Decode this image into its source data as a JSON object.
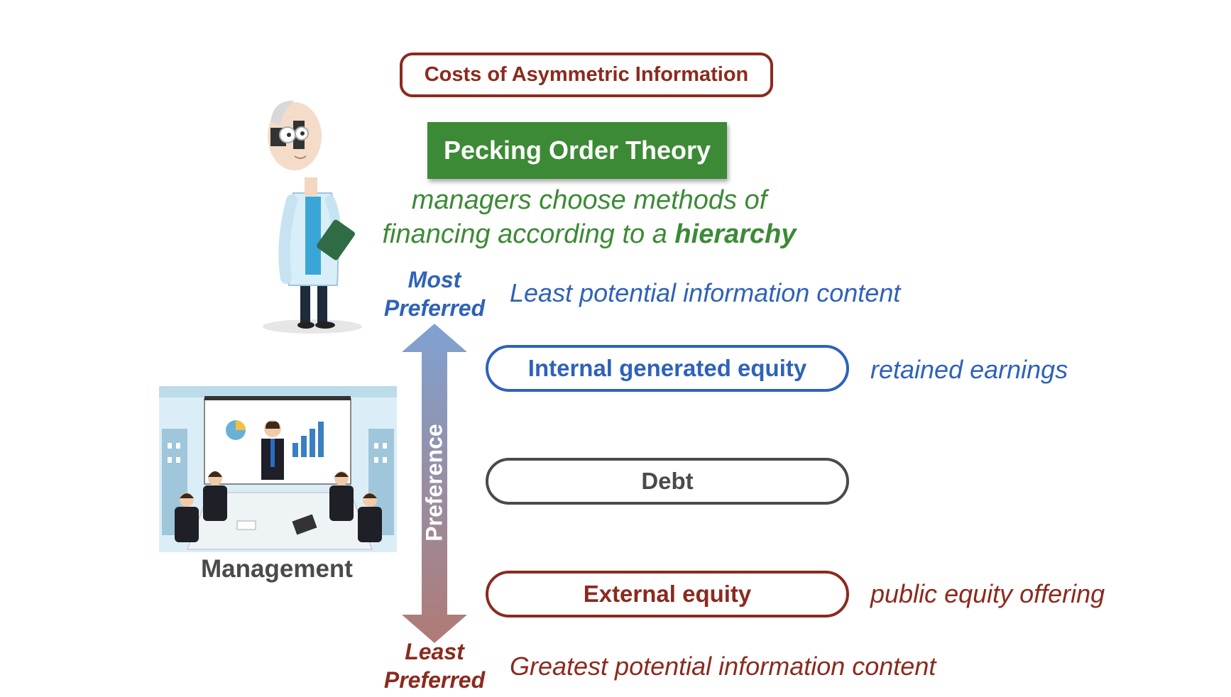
{
  "top_box": {
    "label": "Costs of Asymmetric Information"
  },
  "title_box": {
    "label": "Pecking Order Theory"
  },
  "subtitle": {
    "line1": "managers choose methods of",
    "line2_prefix": "financing according to a ",
    "line2_emphasis": "hierarchy"
  },
  "scale": {
    "top_label_line1": "Most",
    "top_label_line2": "Preferred",
    "top_description": "Least potential information content",
    "bottom_label_line1": "Least",
    "bottom_label_line2": "Preferred",
    "bottom_description": "Greatest potential information content",
    "arrow_label": "Preference"
  },
  "options": [
    {
      "label": "Internal generated equity",
      "note": "retained earnings"
    },
    {
      "label": "Debt",
      "note": ""
    },
    {
      "label": "External equity",
      "note": "public equity offering"
    }
  ],
  "management": {
    "label": "Management"
  },
  "colors": {
    "red": "#8b2a1e",
    "green": "#3c8a35",
    "blue": "#2f62b8",
    "gray": "#4a4a4a"
  }
}
